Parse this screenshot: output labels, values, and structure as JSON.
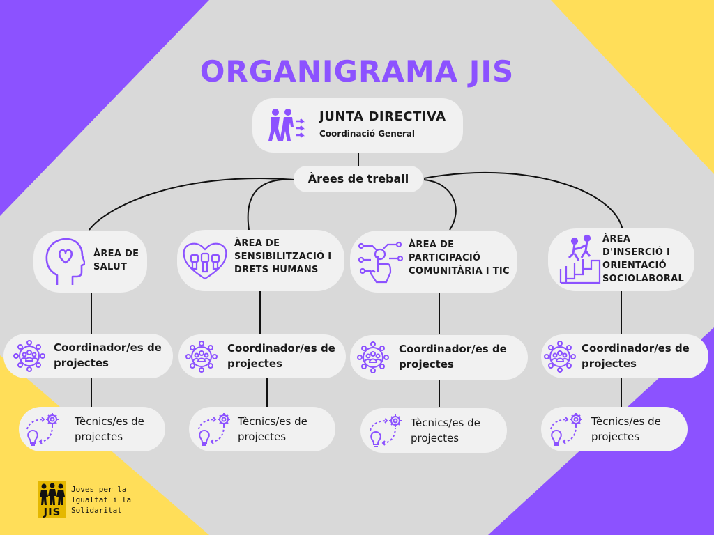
{
  "title": "ORGANIGRAMA JIS",
  "junta": {
    "title": "JUNTA DIRECTIVA",
    "subtitle": "Coordinació General",
    "icon": "people-arrows-icon"
  },
  "arees_label": "Àrees de treball",
  "areas": [
    {
      "lines": [
        "ÀREA DE",
        "SALUT"
      ],
      "icon": "head-heart-icon"
    },
    {
      "lines": [
        "ÀREA DE",
        "SENSIBILITZACIÓ I",
        "DRETS HUMANS"
      ],
      "icon": "heart-fists-icon"
    },
    {
      "lines": [
        "ÀREA DE",
        "PARTICIPACIÓ",
        "COMUNITÀRIA I TIC"
      ],
      "icon": "hand-network-icon"
    },
    {
      "lines": [
        "ÀREA",
        "D'INSERCIÓ I",
        "ORIENTACIÓ",
        "SOCIOLABORAL"
      ],
      "icon": "climbing-stairs-icon"
    }
  ],
  "coordinador": {
    "lines": [
      "Coordinador/es de",
      "projectes"
    ],
    "icon": "team-network-icon"
  },
  "tecnics": {
    "lines": [
      "Tècnics/es de",
      "projectes"
    ],
    "icon": "bulb-gear-icon"
  },
  "logo": {
    "mark": "JIS",
    "lines": [
      "Joves per la",
      "Igualtat i la",
      "Solidaritat"
    ]
  },
  "colors": {
    "purple": "#8c52ff",
    "yellow": "#ffde59",
    "grey": "#d9d9d9",
    "pill": "#f1f1f1",
    "logo": "#e5b800"
  }
}
